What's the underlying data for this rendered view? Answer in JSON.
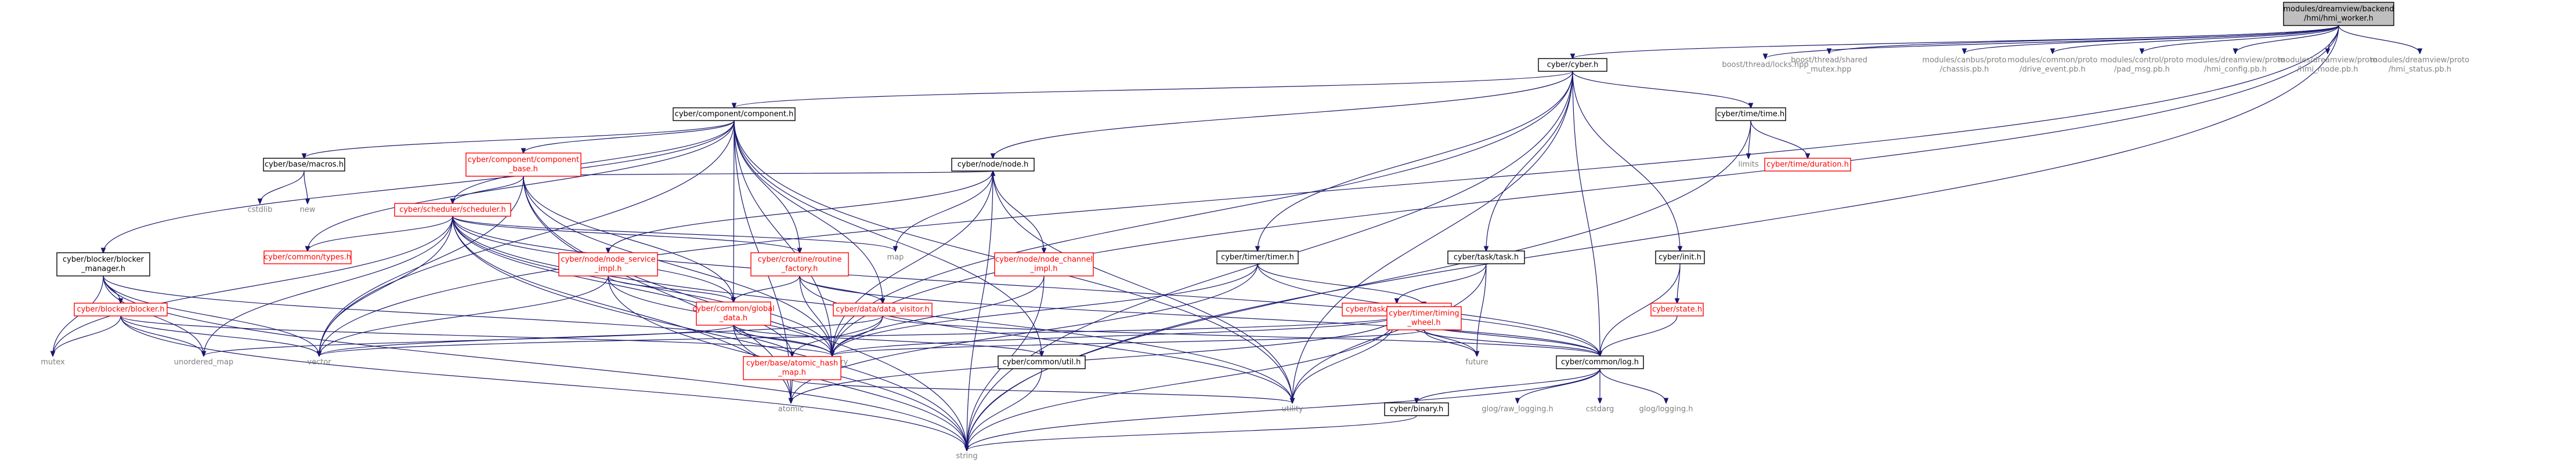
{
  "graph": {
    "type": "include-dependency-graph",
    "colors": {
      "edge": "#191970",
      "documented": "#000000",
      "undocumented": "#ff0000",
      "external": "#808080",
      "root_fill": "#bfbfbf"
    },
    "nodes": [
      {
        "id": "root",
        "lines": [
          "modules/dreamview/backend",
          "/hmi/hmi_worker.h"
        ],
        "kind": "root"
      },
      {
        "id": "cyber_h",
        "lines": [
          "cyber/cyber.h"
        ],
        "kind": "black"
      },
      {
        "id": "boost_locks",
        "lines": [
          "boost/thread/locks.hpp"
        ],
        "kind": "grey"
      },
      {
        "id": "boost_shared",
        "lines": [
          "boost/thread/shared",
          "_mutex.hpp"
        ],
        "kind": "grey"
      },
      {
        "id": "chassis",
        "lines": [
          "modules/canbus/proto",
          "/chassis.pb.h"
        ],
        "kind": "grey"
      },
      {
        "id": "drive_event",
        "lines": [
          "modules/common/proto",
          "/drive_event.pb.h"
        ],
        "kind": "grey"
      },
      {
        "id": "pad_msg",
        "lines": [
          "modules/control/proto",
          "/pad_msg.pb.h"
        ],
        "kind": "grey"
      },
      {
        "id": "hmi_config",
        "lines": [
          "modules/dreamview/proto",
          "/hmi_config.pb.h"
        ],
        "kind": "grey"
      },
      {
        "id": "hmi_mode",
        "lines": [
          "modules/dreamview/proto",
          "/hmi_mode.pb.h"
        ],
        "kind": "grey"
      },
      {
        "id": "hmi_status",
        "lines": [
          "modules/dreamview/proto",
          "/hmi_status.pb.h"
        ],
        "kind": "grey"
      },
      {
        "id": "component_h",
        "lines": [
          "cyber/component/component.h"
        ],
        "kind": "black"
      },
      {
        "id": "time_h",
        "lines": [
          "cyber/time/time.h"
        ],
        "kind": "black"
      },
      {
        "id": "macros_h",
        "lines": [
          "cyber/base/macros.h"
        ],
        "kind": "black"
      },
      {
        "id": "component_base",
        "lines": [
          "cyber/component/component",
          "_base.h"
        ],
        "kind": "red"
      },
      {
        "id": "limits",
        "lines": [
          "limits"
        ],
        "kind": "grey"
      },
      {
        "id": "duration_h",
        "lines": [
          "cyber/time/duration.h"
        ],
        "kind": "red"
      },
      {
        "id": "cstdlib",
        "lines": [
          "cstdlib"
        ],
        "kind": "grey"
      },
      {
        "id": "new",
        "lines": [
          "new"
        ],
        "kind": "grey"
      },
      {
        "id": "node_h",
        "lines": [
          "cyber/node/node.h"
        ],
        "kind": "black"
      },
      {
        "id": "scheduler_h",
        "lines": [
          "cyber/scheduler/scheduler.h"
        ],
        "kind": "red"
      },
      {
        "id": "types_h",
        "lines": [
          "cyber/common/types.h"
        ],
        "kind": "red"
      },
      {
        "id": "map",
        "lines": [
          "map"
        ],
        "kind": "grey"
      },
      {
        "id": "blocker_manager",
        "lines": [
          "cyber/blocker/blocker",
          "_manager.h"
        ],
        "kind": "black"
      },
      {
        "id": "node_service",
        "lines": [
          "cyber/node/node_service",
          "_impl.h"
        ],
        "kind": "red"
      },
      {
        "id": "routine_factory",
        "lines": [
          "cyber/croutine/routine",
          "_factory.h"
        ],
        "kind": "red"
      },
      {
        "id": "node_channel",
        "lines": [
          "cyber/node/node_channel",
          "_impl.h"
        ],
        "kind": "red"
      },
      {
        "id": "timer_h",
        "lines": [
          "cyber/timer/timer.h"
        ],
        "kind": "black"
      },
      {
        "id": "task_h",
        "lines": [
          "cyber/task/task.h"
        ],
        "kind": "black"
      },
      {
        "id": "init_h",
        "lines": [
          "cyber/init.h"
        ],
        "kind": "black"
      },
      {
        "id": "blocker_h",
        "lines": [
          "cyber/blocker/blocker.h"
        ],
        "kind": "red"
      },
      {
        "id": "global_data",
        "lines": [
          "cyber/common/global",
          "_data.h"
        ],
        "kind": "red"
      },
      {
        "id": "data_visitor",
        "lines": [
          "cyber/data/data_visitor.h"
        ],
        "kind": "red"
      },
      {
        "id": "task_manager",
        "lines": [
          "cyber/task/task_manager.h"
        ],
        "kind": "red"
      },
      {
        "id": "timing_wheel",
        "lines": [
          "cyber/timer/timing",
          "_wheel.h"
        ],
        "kind": "red"
      },
      {
        "id": "state_h",
        "lines": [
          "cyber/state.h"
        ],
        "kind": "red"
      },
      {
        "id": "mutex",
        "lines": [
          "mutex"
        ],
        "kind": "grey"
      },
      {
        "id": "unordered_map",
        "lines": [
          "unordered_map"
        ],
        "kind": "grey"
      },
      {
        "id": "vector",
        "lines": [
          "vector"
        ],
        "kind": "grey"
      },
      {
        "id": "memory",
        "lines": [
          "memory"
        ],
        "kind": "grey"
      },
      {
        "id": "util_h",
        "lines": [
          "cyber/common/util.h"
        ],
        "kind": "black"
      },
      {
        "id": "future",
        "lines": [
          "future"
        ],
        "kind": "grey"
      },
      {
        "id": "log_h",
        "lines": [
          "cyber/common/log.h"
        ],
        "kind": "black"
      },
      {
        "id": "atomic_hash_map",
        "lines": [
          "cyber/base/atomic_hash",
          "_map.h"
        ],
        "kind": "red"
      },
      {
        "id": "utility",
        "lines": [
          "utility"
        ],
        "kind": "grey"
      },
      {
        "id": "atomic",
        "lines": [
          "atomic"
        ],
        "kind": "grey"
      },
      {
        "id": "binary_h",
        "lines": [
          "cyber/binary.h"
        ],
        "kind": "black"
      },
      {
        "id": "raw_logging",
        "lines": [
          "glog/raw_logging.h"
        ],
        "kind": "grey"
      },
      {
        "id": "cstdarg",
        "lines": [
          "cstdarg"
        ],
        "kind": "grey"
      },
      {
        "id": "glog_logging",
        "lines": [
          "glog/logging.h"
        ],
        "kind": "grey"
      },
      {
        "id": "string",
        "lines": [
          "string"
        ],
        "kind": "grey"
      }
    ],
    "edges": [
      [
        "root",
        "cyber_h"
      ],
      [
        "root",
        "boost_locks"
      ],
      [
        "root",
        "boost_shared"
      ],
      [
        "root",
        "chassis"
      ],
      [
        "root",
        "drive_event"
      ],
      [
        "root",
        "pad_msg"
      ],
      [
        "root",
        "hmi_config"
      ],
      [
        "root",
        "hmi_mode"
      ],
      [
        "root",
        "hmi_status"
      ],
      [
        "root",
        "string"
      ],
      [
        "root",
        "vector"
      ],
      [
        "root",
        "memory"
      ],
      [
        "cyber_h",
        "component_h"
      ],
      [
        "cyber_h",
        "time_h"
      ],
      [
        "cyber_h",
        "node_h"
      ],
      [
        "cyber_h",
        "timer_h"
      ],
      [
        "cyber_h",
        "task_h"
      ],
      [
        "cyber_h",
        "init_h"
      ],
      [
        "cyber_h",
        "log_h"
      ],
      [
        "cyber_h",
        "memory"
      ],
      [
        "cyber_h",
        "string"
      ],
      [
        "cyber_h",
        "utility"
      ],
      [
        "time_h",
        "limits"
      ],
      [
        "time_h",
        "duration_h"
      ],
      [
        "time_h",
        "string"
      ],
      [
        "component_h",
        "macros_h"
      ],
      [
        "component_h",
        "component_base"
      ],
      [
        "component_h",
        "scheduler_h"
      ],
      [
        "component_h",
        "types_h"
      ],
      [
        "component_h",
        "blocker_manager"
      ],
      [
        "component_h",
        "routine_factory"
      ],
      [
        "component_h",
        "global_data"
      ],
      [
        "component_h",
        "data_visitor"
      ],
      [
        "component_h",
        "util_h"
      ],
      [
        "component_h",
        "vector"
      ],
      [
        "component_h",
        "memory"
      ],
      [
        "component_h",
        "utility"
      ],
      [
        "component_h",
        "atomic"
      ],
      [
        "macros_h",
        "cstdlib"
      ],
      [
        "macros_h",
        "new"
      ],
      [
        "component_base",
        "node_h"
      ],
      [
        "component_base",
        "scheduler_h"
      ],
      [
        "component_base",
        "global_data"
      ],
      [
        "component_base",
        "vector"
      ],
      [
        "component_base",
        "memory"
      ],
      [
        "component_base",
        "atomic"
      ],
      [
        "component_base",
        "string"
      ],
      [
        "node_h",
        "node_service"
      ],
      [
        "node_h",
        "node_channel"
      ],
      [
        "node_h",
        "map"
      ],
      [
        "node_h",
        "memory"
      ],
      [
        "node_h",
        "string"
      ],
      [
        "node_h",
        "utility"
      ],
      [
        "scheduler_h",
        "types_h"
      ],
      [
        "scheduler_h",
        "routine_factory"
      ],
      [
        "scheduler_h",
        "global_data"
      ],
      [
        "scheduler_h",
        "atomic_hash_map"
      ],
      [
        "scheduler_h",
        "log_h"
      ],
      [
        "scheduler_h",
        "map"
      ],
      [
        "scheduler_h",
        "mutex"
      ],
      [
        "scheduler_h",
        "unordered_map"
      ],
      [
        "scheduler_h",
        "vector"
      ],
      [
        "scheduler_h",
        "memory"
      ],
      [
        "scheduler_h",
        "string"
      ],
      [
        "scheduler_h",
        "atomic"
      ],
      [
        "scheduler_h",
        "utility"
      ],
      [
        "blocker_manager",
        "blocker_h"
      ],
      [
        "blocker_manager",
        "mutex"
      ],
      [
        "blocker_manager",
        "unordered_map"
      ],
      [
        "blocker_manager",
        "vector"
      ],
      [
        "blocker_manager",
        "memory"
      ],
      [
        "blocker_manager",
        "string"
      ],
      [
        "blocker_h",
        "mutex"
      ],
      [
        "blocker_h",
        "unordered_map"
      ],
      [
        "blocker_h",
        "vector"
      ],
      [
        "blocker_h",
        "memory"
      ],
      [
        "blocker_h",
        "string"
      ],
      [
        "node_service",
        "global_data"
      ],
      [
        "node_service",
        "vector"
      ],
      [
        "node_service",
        "memory"
      ],
      [
        "node_service",
        "string"
      ],
      [
        "routine_factory",
        "data_visitor"
      ],
      [
        "routine_factory",
        "global_data"
      ],
      [
        "routine_factory",
        "log_h"
      ],
      [
        "routine_factory",
        "memory"
      ],
      [
        "routine_factory",
        "utility"
      ],
      [
        "node_channel",
        "memory"
      ],
      [
        "node_channel",
        "string"
      ],
      [
        "global_data",
        "atomic_hash_map"
      ],
      [
        "global_data",
        "util_h"
      ],
      [
        "global_data",
        "unordered_map"
      ],
      [
        "global_data",
        "memory"
      ],
      [
        "global_data",
        "string"
      ],
      [
        "data_visitor",
        "log_h"
      ],
      [
        "data_visitor",
        "vector"
      ],
      [
        "data_visitor",
        "memory"
      ],
      [
        "data_visitor",
        "atomic_hash_map"
      ],
      [
        "timer_h",
        "timing_wheel"
      ],
      [
        "timer_h",
        "memory"
      ],
      [
        "timer_h",
        "atomic"
      ],
      [
        "timer_h",
        "log_h"
      ],
      [
        "task_h",
        "task_manager"
      ],
      [
        "task_h",
        "future"
      ],
      [
        "task_h",
        "utility"
      ],
      [
        "task_manager",
        "log_h"
      ],
      [
        "task_manager",
        "future"
      ],
      [
        "task_manager",
        "memory"
      ],
      [
        "task_manager",
        "vector"
      ],
      [
        "task_manager",
        "string"
      ],
      [
        "task_manager",
        "atomic"
      ],
      [
        "task_manager",
        "utility"
      ],
      [
        "timing_wheel",
        "future"
      ],
      [
        "timing_wheel",
        "memory"
      ],
      [
        "timing_wheel",
        "log_h"
      ],
      [
        "init_h",
        "state_h"
      ],
      [
        "init_h",
        "log_h"
      ],
      [
        "state_h",
        "log_h"
      ],
      [
        "util_h",
        "string"
      ],
      [
        "atomic_hash_map",
        "atomic"
      ],
      [
        "atomic_hash_map",
        "utility"
      ],
      [
        "log_h",
        "binary_h"
      ],
      [
        "log_h",
        "raw_logging"
      ],
      [
        "log_h",
        "cstdarg"
      ],
      [
        "log_h",
        "glog_logging"
      ],
      [
        "log_h",
        "string"
      ],
      [
        "binary_h",
        "string"
      ]
    ]
  }
}
